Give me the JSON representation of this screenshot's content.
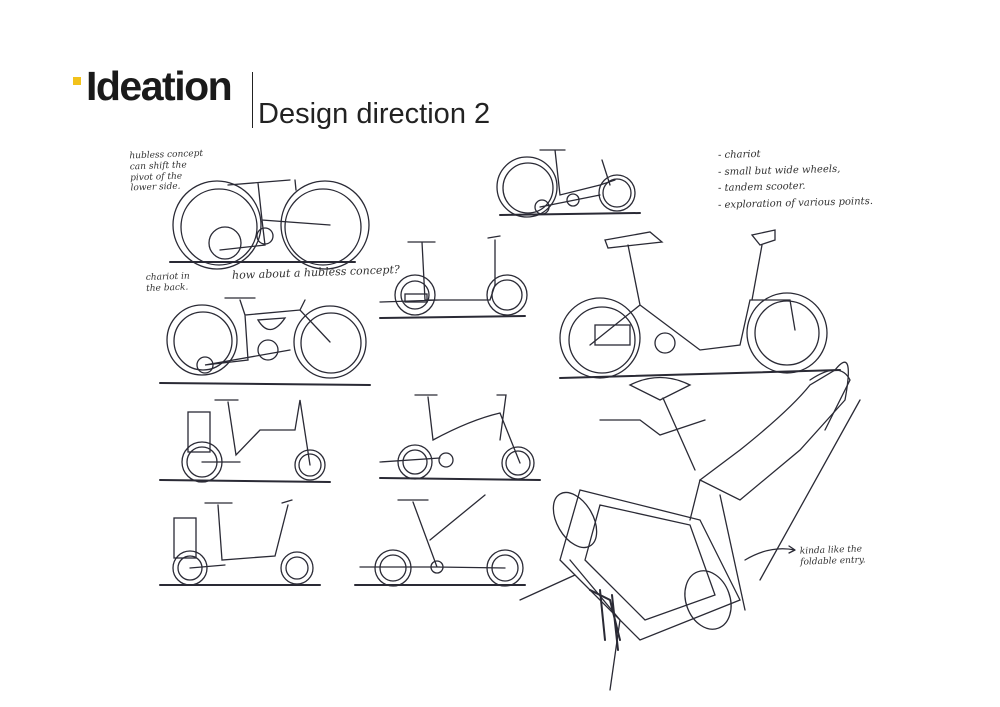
{
  "header": {
    "brand": "Ideation",
    "subtitle": "Design direction 2",
    "accent_color": "#f2c21b"
  },
  "notes": {
    "hubless_pivot": "hubless concept can shift the pivot of the lower side.",
    "chariot_back": "chariot in the back.",
    "hubless_question": "how about a hubless concept?",
    "foldable": "kinda like the foldable entry."
  },
  "ideas_list": [
    "- chariot",
    "- small but wide wheels,",
    "- tandem scooter.",
    "- exploration of various points."
  ]
}
